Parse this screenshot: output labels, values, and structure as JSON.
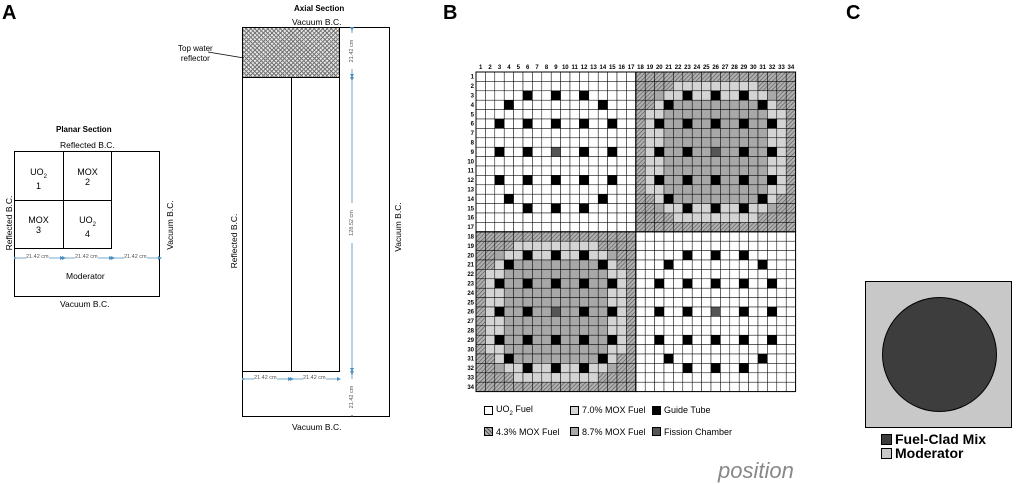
{
  "panels": {
    "a": "A",
    "b": "B",
    "c": "C"
  },
  "planar": {
    "title": "Planar Section",
    "top_bc": "Reflected B.C.",
    "bottom_bc": "Vacuum B.C.",
    "left_bc": "Reflected B.C.",
    "right_bc": "Vacuum B.C.",
    "cells": [
      {
        "name": "UO",
        "sub": "2",
        "num": "1"
      },
      {
        "name": "MOX",
        "sub": "",
        "num": "2"
      },
      {
        "name": "MOX",
        "sub": "",
        "num": "3"
      },
      {
        "name": "UO",
        "sub": "2",
        "num": "4"
      }
    ],
    "moderator": "Moderator",
    "dims": [
      "21.42 cm",
      "21.42 cm",
      "21.42 cm"
    ]
  },
  "axial": {
    "title": "Axial Section",
    "top_bc": "Vacuum B.C.",
    "bottom_bc": "Vacuum B.C.",
    "left_bc": "Reflected B.C.",
    "right_bc": "Vacuum B.C.",
    "reflector_label_1": "Top water",
    "reflector_label_2": "reflector",
    "dim_top": "21.42 cm",
    "dim_mid": "128.52 cm",
    "dim_bot": "21.42 cm",
    "dims_bottom": [
      "21.42 cm",
      "21.42 cm"
    ]
  },
  "lattice": {
    "size": 34,
    "legend": [
      {
        "label": "UO",
        "sub": "2",
        "after": " Fuel",
        "key": "uo2"
      },
      {
        "label": "7.0% MOX Fuel",
        "sub": "",
        "after": "",
        "key": "mox70"
      },
      {
        "label": "Guide Tube",
        "sub": "",
        "after": "",
        "key": "guide"
      },
      {
        "label": "4.3% MOX Fuel",
        "sub": "",
        "after": "",
        "key": "mox43"
      },
      {
        "label": "8.7% MOX Fuel",
        "sub": "",
        "after": "",
        "key": "mox87"
      },
      {
        "label": "Fission Chamber",
        "sub": "",
        "after": "",
        "key": "fission"
      }
    ],
    "colors": {
      "uo2": "#ffffff",
      "mox43": "#9a9a9a",
      "mox70": "#d4d4d4",
      "mox87": "#a8a8a8",
      "guide": "#000000",
      "fission": "#555555",
      "grid": "#000000"
    }
  },
  "pin": {
    "legend": [
      {
        "label": "Fuel-Clad Mix",
        "color": "#3d3d3d"
      },
      {
        "label": "Moderator",
        "color": "#c8c8c8"
      }
    ]
  },
  "cutoff_text": "position"
}
